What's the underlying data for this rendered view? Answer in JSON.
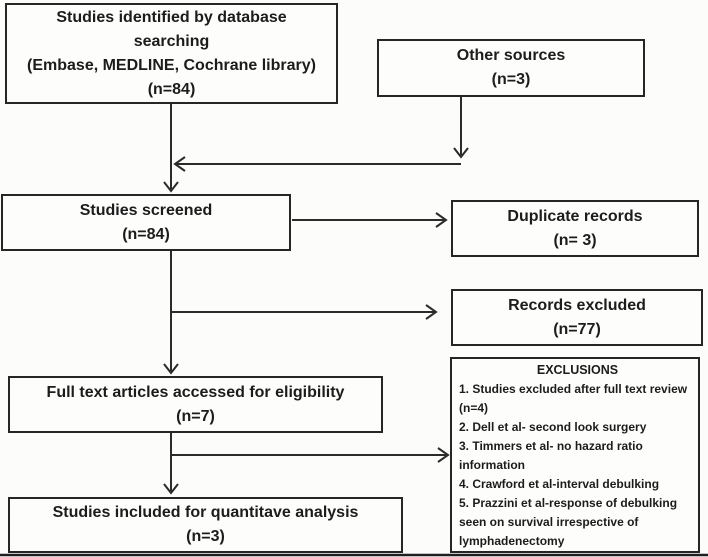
{
  "figure": {
    "type": "prisma-flow-diagram",
    "colors": {
      "ink": "#1c1c1c",
      "border": "#262626",
      "background": "#fcfcfb"
    }
  },
  "nodes": {
    "identified": {
      "lines": [
        "Studies identified by database",
        "searching",
        "(Embase, MEDLINE, Cochrane library)",
        "(n=84)"
      ]
    },
    "other_sources": {
      "lines": [
        "Other sources",
        "(n=3)"
      ]
    },
    "screened": {
      "lines": [
        "Studies screened",
        "(n=84)"
      ]
    },
    "duplicates": {
      "lines": [
        "Duplicate records",
        "(n= 3)"
      ]
    },
    "excluded": {
      "lines": [
        "Records excluded",
        "(n=77)"
      ]
    },
    "full_text": {
      "lines": [
        "Full text articles accessed for eligibility",
        "(n=7)"
      ]
    },
    "included": {
      "lines": [
        "Studies included for quantitave analysis",
        "(n=3)"
      ]
    },
    "exclusions": {
      "title": "EXCLUSIONS",
      "items": [
        "1. Studies excluded after full text review (n=4)",
        "2. Dell et al- second look surgery",
        "3. Timmers et al- no hazard ratio information",
        "4. Crawford et al-interval debulking",
        "5. Prazzini et al-response of debulking seen on survival irrespective of lymphadenectomy"
      ]
    }
  }
}
